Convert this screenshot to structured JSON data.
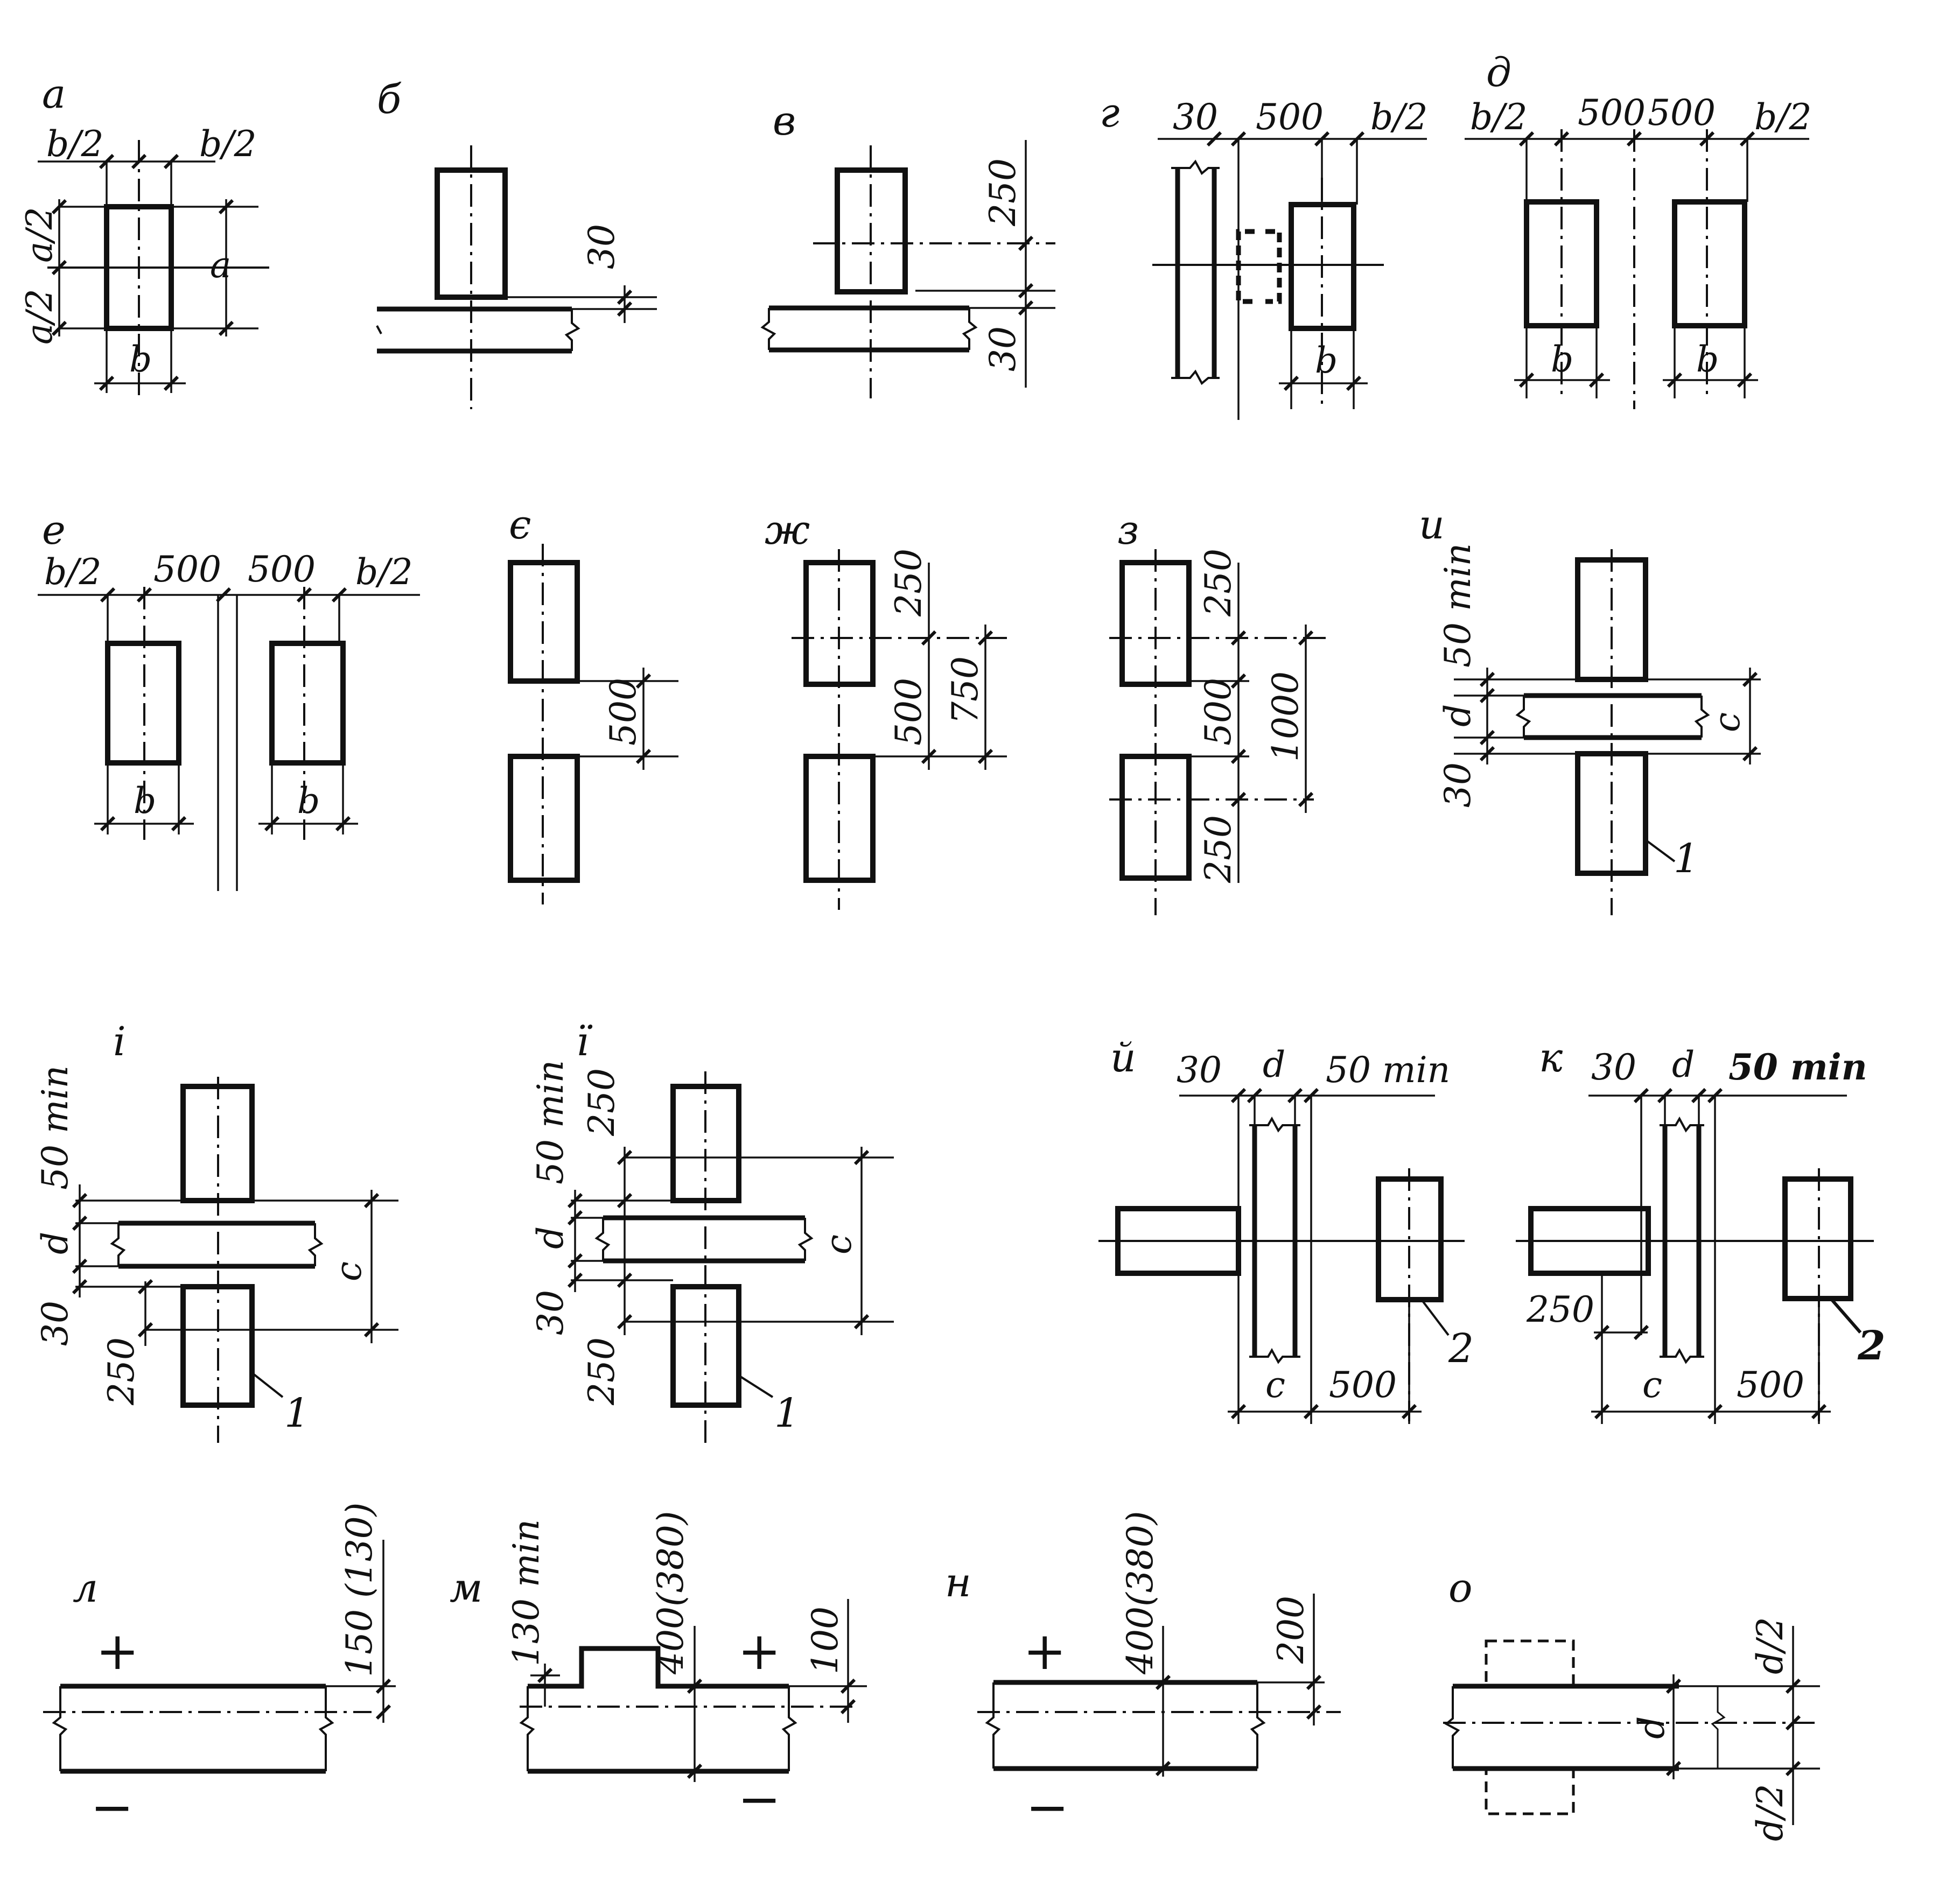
{
  "fig_a": {
    "label": "а",
    "b_half_left": "b/2",
    "b_half_right": "b/2",
    "a_half_top": "a/2",
    "a_half_bottom": "a/2",
    "a": "a",
    "b": "b"
  },
  "fig_b": {
    "label": "б",
    "d30": "30"
  },
  "fig_v": {
    "label": "в",
    "d250": "250",
    "d30": "30"
  },
  "fig_g": {
    "label": "г",
    "d30": "30",
    "d500": "500",
    "b_half": "b/2",
    "b": "b"
  },
  "fig_d": {
    "label": "д",
    "b_half_left": "b/2",
    "d500_1": "500",
    "d500_2": "500",
    "b_half_right": "b/2",
    "b_left": "b",
    "b_right": "b"
  },
  "fig_e": {
    "label": "е",
    "b_half_left": "b/2",
    "d500_1": "500",
    "d500_2": "500",
    "b_half_right": "b/2",
    "b_left": "b",
    "b_right": "b"
  },
  "fig_ye": {
    "label": "є",
    "d500": "500"
  },
  "fig_zh": {
    "label": "ж",
    "d250": "250",
    "d500": "500",
    "d750": "750"
  },
  "fig_z": {
    "label": "з",
    "d250_top": "250",
    "d500": "500",
    "d1000": "1000",
    "d250_bottom": "250"
  },
  "fig_i": {
    "label": "и",
    "d50min": "50 min",
    "d": "d",
    "d30": "30",
    "c": "c",
    "ref": "1"
  },
  "fig_i2": {
    "label": "і",
    "d50min": "50 min",
    "d": "d",
    "d30": "30",
    "d250": "250",
    "c": "c",
    "ref": "1"
  },
  "fig_yi": {
    "label": "ї",
    "d250_top": "250",
    "d50min": "50 min",
    "d": "d",
    "d30": "30",
    "d250_bottom": "250",
    "c": "c",
    "ref": "1"
  },
  "fig_ij": {
    "label": "й",
    "d30": "30",
    "d": "d",
    "d50min": "50 min",
    "c": "c",
    "d500": "500",
    "ref": "2"
  },
  "fig_k": {
    "label": "к",
    "d30": "30",
    "d": "d",
    "d50min": "50 min",
    "d250": "250",
    "c": "c",
    "d500": "500",
    "ref": "2"
  },
  "fig_l": {
    "label": "л",
    "plus": "+",
    "minus": "−",
    "dim": "150 (130)"
  },
  "fig_m": {
    "label": "м",
    "d130min": "130 min",
    "d400": "400(380)",
    "plus": "+",
    "minus": "−",
    "d100": "100"
  },
  "fig_n": {
    "label": "н",
    "plus": "+",
    "d400": "400(380)",
    "d200": "200",
    "minus": "−"
  },
  "fig_o": {
    "label": "о",
    "d": "d",
    "d_half_top": "d/2",
    "d_half_bottom": "d/2"
  }
}
